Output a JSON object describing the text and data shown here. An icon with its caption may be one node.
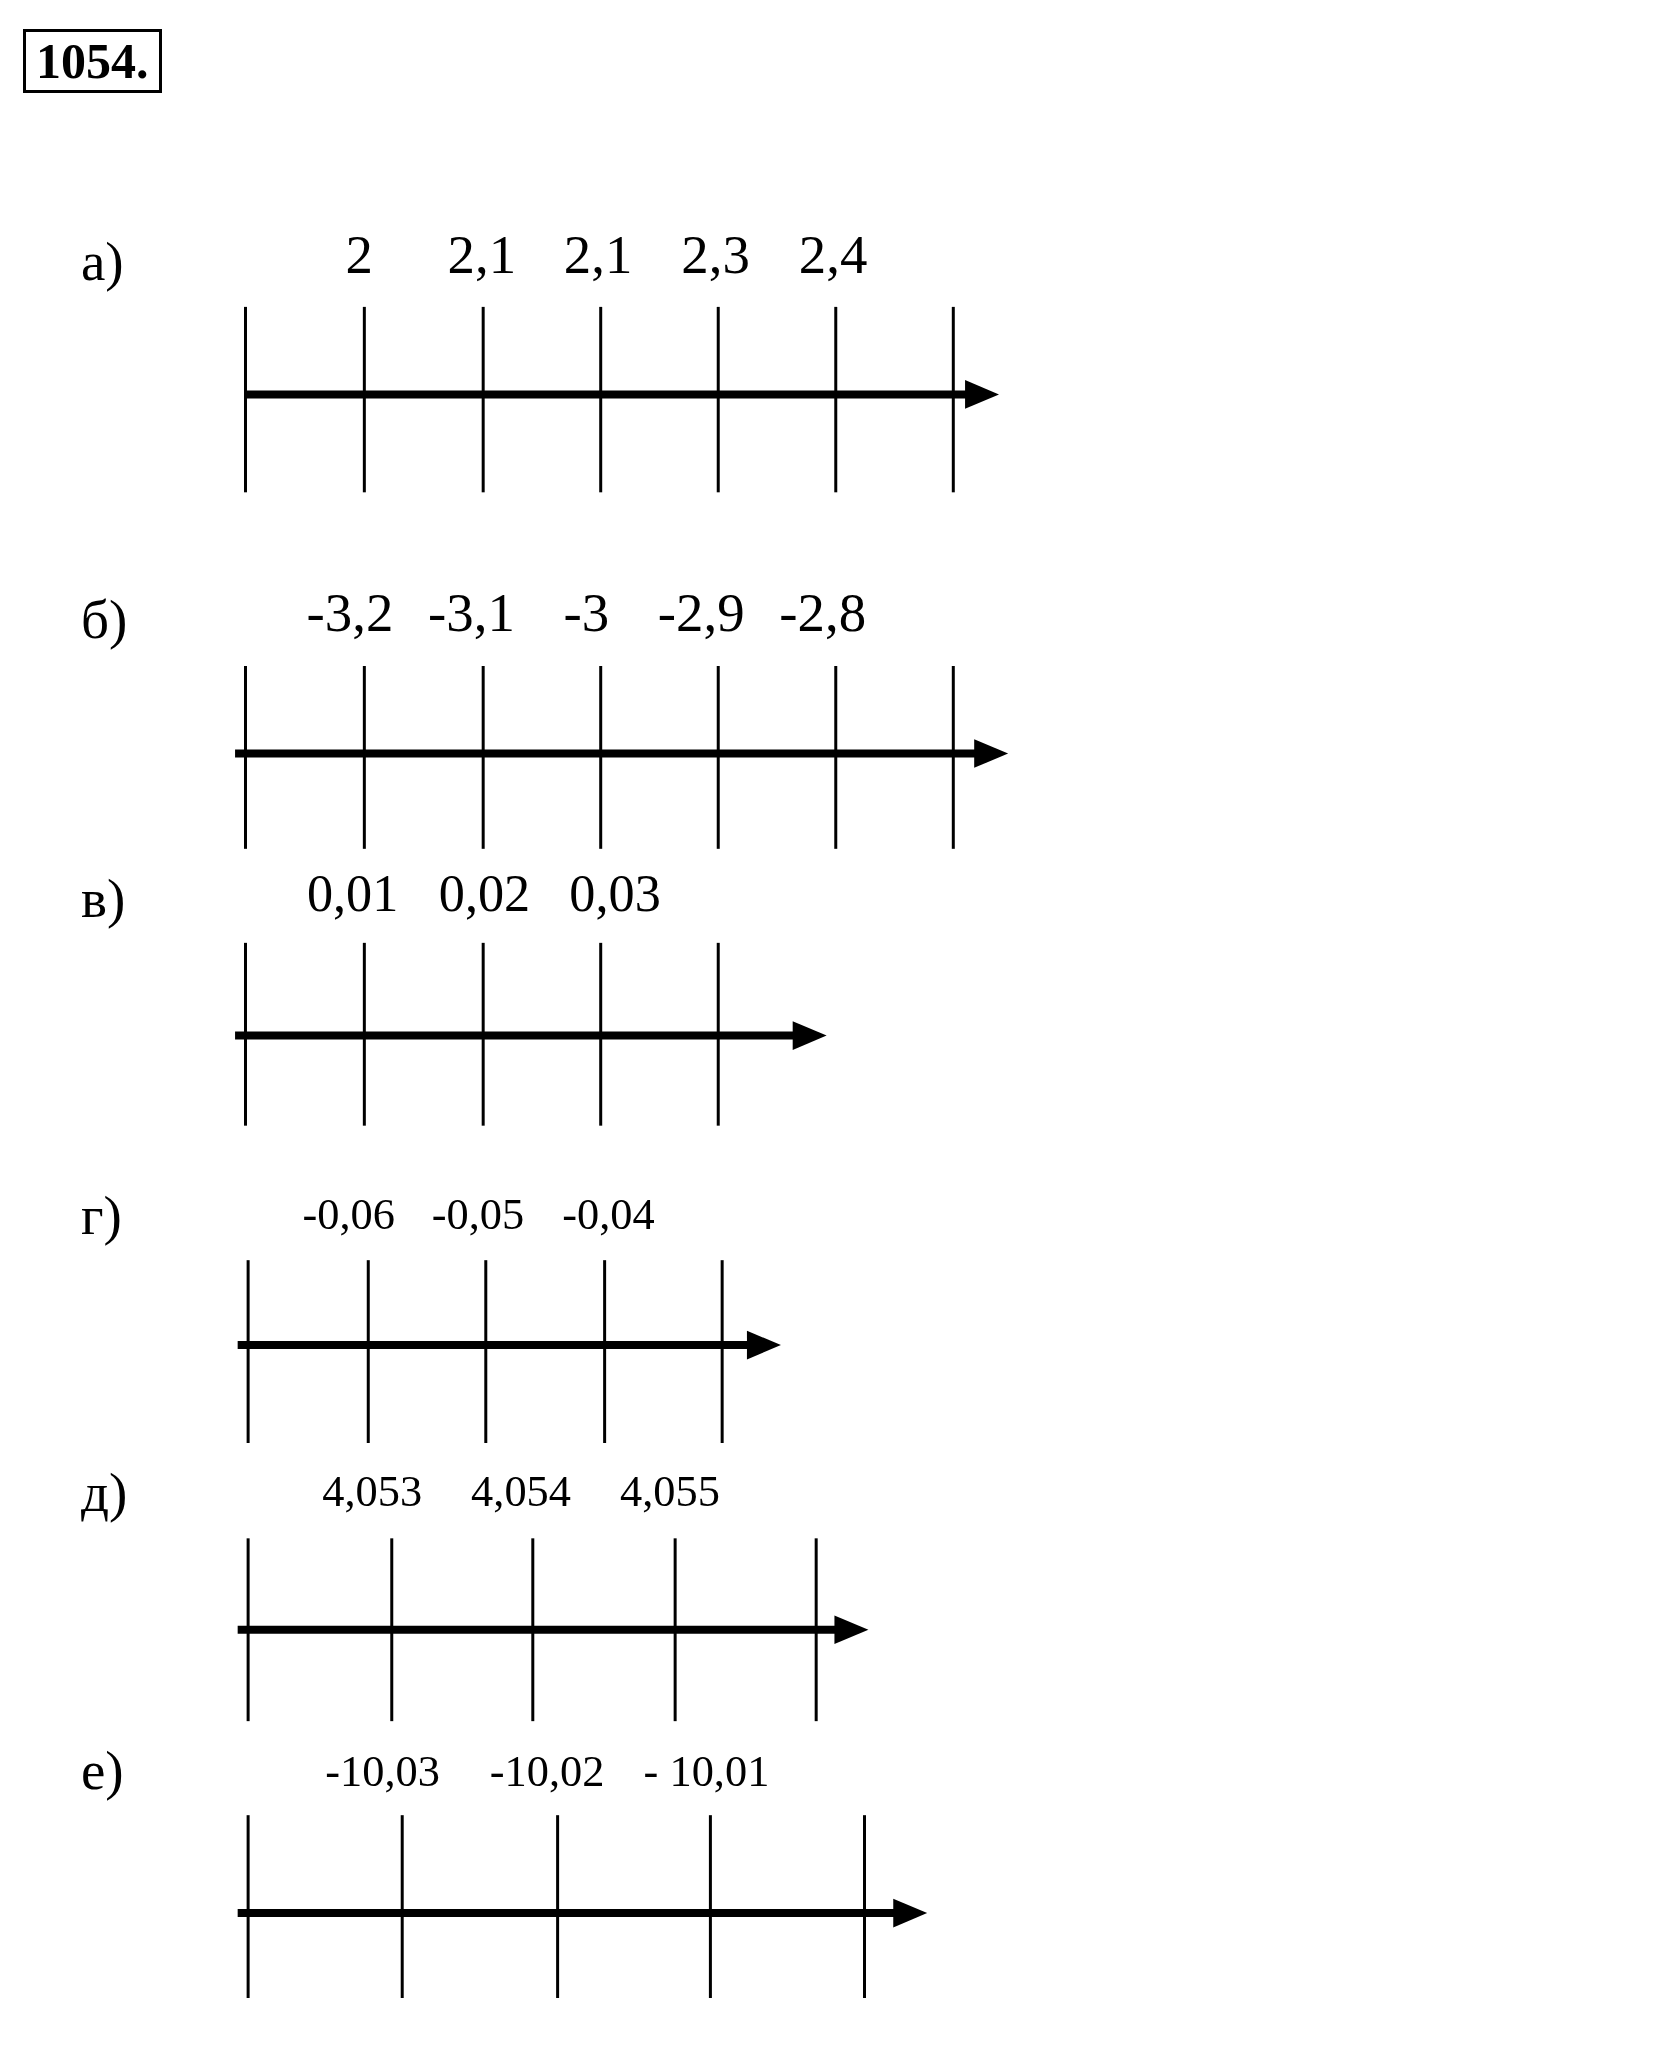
{
  "diagram": {
    "title": "1054.",
    "labels": [
      "а)",
      "2",
      "2,1",
      "2,1",
      "2,3",
      "2,4",
      "б)",
      "-3,2",
      "-3,1",
      "-3",
      "-2,9",
      "-2,8",
      "в)",
      "0,01",
      "0,02",
      "0,03",
      "г)",
      "-0,06",
      "-0,05",
      "-0,04",
      "д)",
      "4,053",
      "4,054",
      "4,055",
      "е)",
      "-10,03",
      "-10,02",
      "- 10,01"
    ]
  }
}
